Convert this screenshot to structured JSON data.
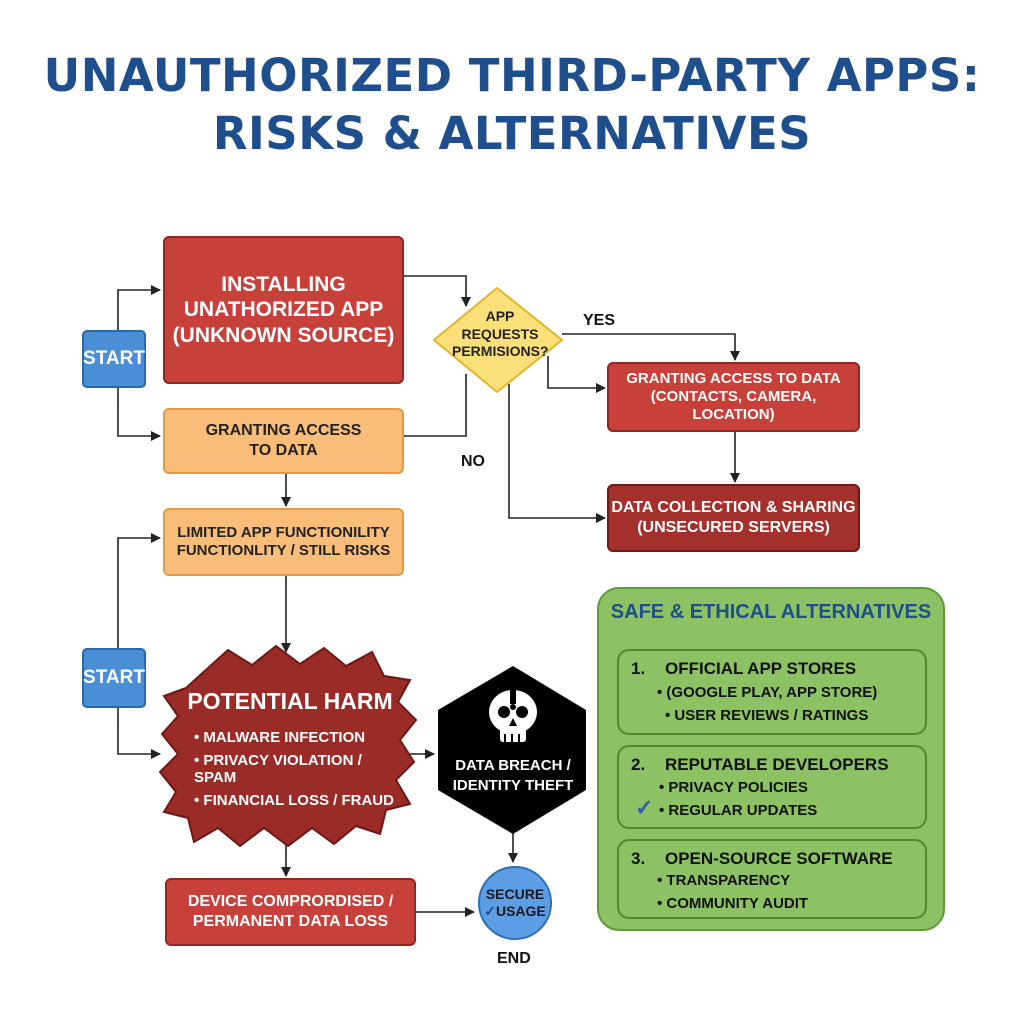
{
  "title": {
    "line1": "UNAUTHORIZED THIRD-PARTY APPS:",
    "line2": "RISKS & ALTERNATIVES"
  },
  "nodes": {
    "start_top": "START",
    "start_bottom": "START",
    "install": [
      "INSTALLING",
      "UNATHORIZED APP",
      "(UNKNOWN SOURCE)"
    ],
    "granting_left": [
      "GRANTING ACCESS",
      "TO DATA"
    ],
    "decision": [
      "APP",
      "REQUESTS",
      "PERMISIONS?"
    ],
    "granting_right": [
      "GRANTING ACCESS TO DATA",
      "(CONTACTS, CAMERA, LOCATION)"
    ],
    "collection": [
      "DATA COLLECTION & SHARING",
      "(UNSECURED SERVERS)"
    ],
    "limited": [
      "LIMITED APP FUNCTIONILITY",
      "FUNCTIONLITY / STILL RISKS"
    ],
    "harm": {
      "title": "POTENTIAL HARM",
      "items": [
        "MALWARE INFECTION",
        "PRIVACY VIOLATION / SPAM",
        "FINANCIAL LOSS / FRAUD"
      ]
    },
    "breach": [
      "DATA BREACH /",
      "IDENTITY THEFT"
    ],
    "compromised": [
      "DEVICE COMPRORDISED /",
      "PERMANENT DATA LOSS"
    ],
    "secure": [
      "SECURE",
      "USAGE"
    ],
    "end": "END"
  },
  "edge_labels": {
    "yes": "YES",
    "no": "NO"
  },
  "alternatives": {
    "title": "SAFE & ETHICAL ALTERNATIVES",
    "cards": [
      {
        "num": "1.",
        "heading": "OFFICIAL APP STORES",
        "items": [
          "• (GOOGLE PLAY, APP STORE)",
          "• USER REVIEWS / RATINGS"
        ]
      },
      {
        "num": "2.",
        "heading": "REPUTABLE DEVELOPERS",
        "items": [
          "• PRIVACY POLICIES",
          "• REGULAR UPDATES"
        ]
      },
      {
        "num": "3.",
        "heading": "OPEN-SOURCE SOFTWARE",
        "items": [
          "• TRANSPARENCY",
          "• COMMUNITY AUDIT"
        ]
      }
    ]
  },
  "colors": {
    "title": "#1e4f8c",
    "danger": "#c8403a",
    "warning": "#f9bd79",
    "start": "#4a8fd6",
    "safe": "#8cc164",
    "breach": "#000000"
  },
  "icons": {
    "breach": "skull-icon",
    "secure": "checkmark-icon"
  }
}
